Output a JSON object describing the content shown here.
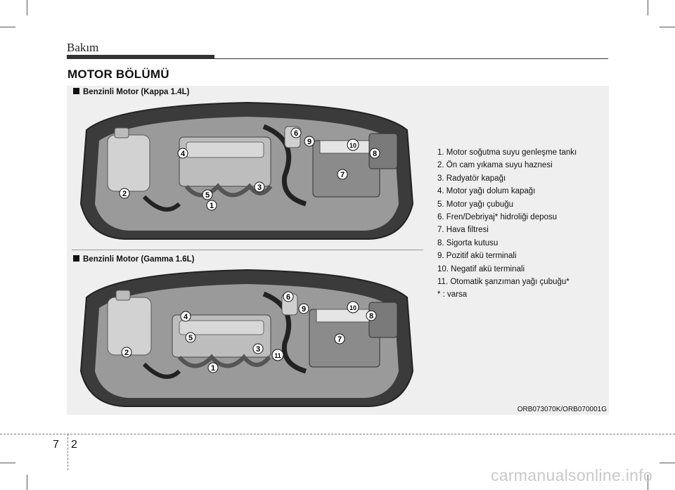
{
  "header": {
    "section": "Bakım"
  },
  "title": "MOTOR BÖLÜMÜ",
  "figures": [
    {
      "subtitle": "Benzinli Motor (Kappa 1.4L)",
      "callouts": [
        "1",
        "2",
        "3",
        "4",
        "5",
        "6",
        "7",
        "8",
        "9",
        "10"
      ]
    },
    {
      "subtitle": "Benzinli Motor (Gamma 1.6L)",
      "callouts": [
        "1",
        "2",
        "3",
        "4",
        "5",
        "6",
        "7",
        "8",
        "9",
        "10",
        "11"
      ]
    }
  ],
  "legend": [
    "1.  Motor soğutma suyu genleşme tankı",
    "2.  Ön cam yıkama suyu haznesi",
    "3.  Radyatör kapağı",
    "4.  Motor yağı dolum kapağı",
    "5.  Motor yağı çubuğu",
    "6.  Fren/Debriyaj* hidroliği deposu",
    "7.  Hava filtresi",
    "8.  Sigorta kutusu",
    "9.  Pozitif akü terminali",
    "10.  Negatif akü terminali",
    "11.  Otomatik şanzıman yağı çubuğu*",
    "* : varsa"
  ],
  "figure_code": "ORB073070K/ORB070001G",
  "footer": {
    "chapter": "7",
    "page": "2"
  },
  "watermark": "carmanualsonline.info"
}
